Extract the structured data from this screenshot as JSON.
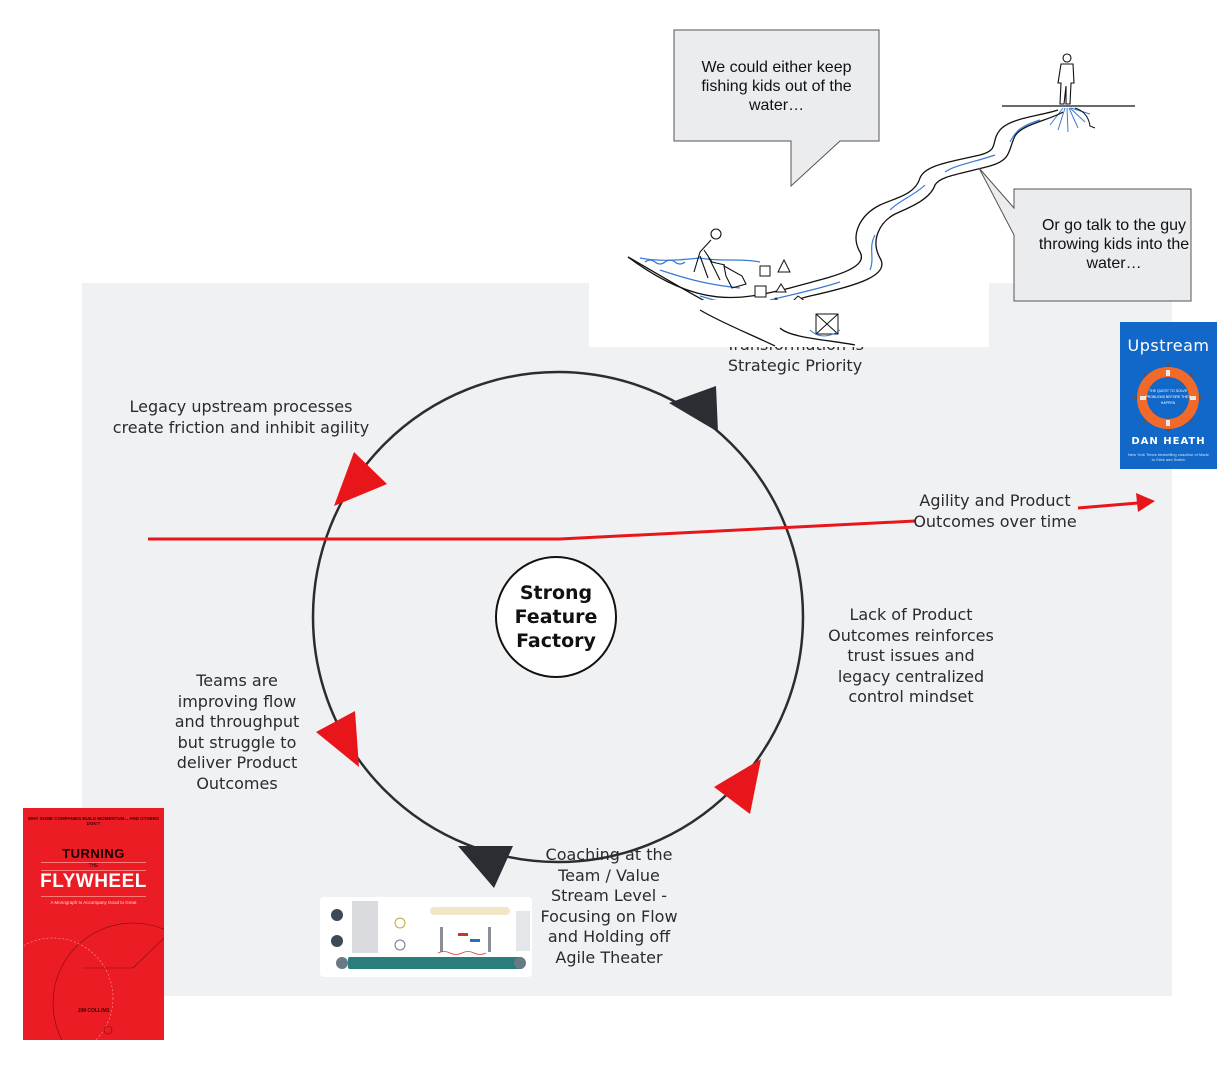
{
  "diagram": {
    "center_node": {
      "line1": "Strong",
      "line2": "Feature",
      "line3": "Factory"
    },
    "cycle_labels": {
      "top": {
        "line1": "Transformation is",
        "line2": "Strategic Priority"
      },
      "upper_left": {
        "line1": "Legacy upstream processes",
        "line2": "create friction and inhibit agility"
      },
      "right": {
        "line1": "Lack of Product",
        "line2": "Outcomes reinforces",
        "line3": "trust issues and",
        "line4": "legacy centralized",
        "line5": "control mindset"
      },
      "left": {
        "line1": "Teams are",
        "line2": "improving flow",
        "line3": "and throughput",
        "line4": "but struggle to",
        "line5": "deliver Product",
        "line6": "Outcomes"
      },
      "bottom": {
        "line1": "Coaching at the",
        "line2": "Team / Value",
        "line3": "Stream Level -",
        "line4": "Focusing on Flow",
        "line5": "and Holding off",
        "line6": "Agile Theater"
      }
    },
    "timeline_label": {
      "line1": "Agility and Product",
      "line2": "Outcomes over time"
    },
    "colors": {
      "cycle_stroke": "#2a2d31",
      "red_arrow": "#e8161b",
      "dark_arrow": "#2a2d31",
      "panel_bg": "#f0f1f3",
      "bubble_bg": "#ebecee",
      "river_blue": "#3a7bd5"
    }
  },
  "illustration": {
    "bubble_left": {
      "line1": "We could either keep",
      "line2": "fishing kids out of the",
      "line3": "water…"
    },
    "bubble_right": {
      "line1": "Or go talk to the guy",
      "line2": "throwing kids into the",
      "line3": "water…"
    }
  },
  "books": {
    "upstream": {
      "title": "Upstream",
      "subtitle": "THE QUEST TO SOLVE PROBLEMS BEFORE THEY HAPPEN",
      "author": "DAN HEATH",
      "blurb": "New York Times bestselling coauthor of Made to Stick and Switch"
    },
    "flywheel": {
      "tagline": "WHY SOME COMPANIES BUILD MOMENTUM... AND OTHERS DON'T",
      "title_top": "TURNING",
      "title_mid": "THE",
      "title_main": "FLYWHEEL",
      "subtitle": "A Monograph to Accompany Good to Great",
      "author": "JIM COLLINS"
    }
  },
  "thumbnail": {
    "title": "Continuous Delivery Pipeline"
  }
}
